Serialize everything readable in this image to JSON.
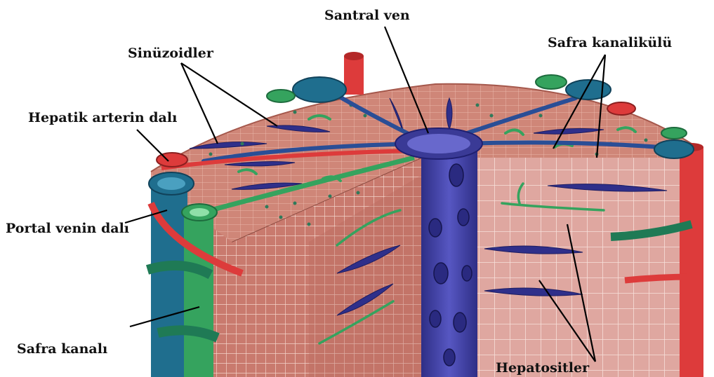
{
  "labels": {
    "central_vein": "Santral ven",
    "bile_canaliculus": "Safra kanalikülü",
    "sinusoids": "Sinüzoidler",
    "hepatic_artery_branch": "Hepatik arterin dalı",
    "portal_vein_branch": "Portal venin dalı",
    "bile_duct": "Safra kanalı",
    "hepatocytes": "Hepatositler"
  },
  "colors": {
    "tissue": "#c97a6e",
    "tissue_top": "#cf8678",
    "cell_line": "#f3d2c8",
    "vein_blue": "#3f3f9c",
    "portal_blue": "#1f6e8e",
    "artery_red": "#dd3b3b",
    "bile_green": "#35a35e"
  }
}
